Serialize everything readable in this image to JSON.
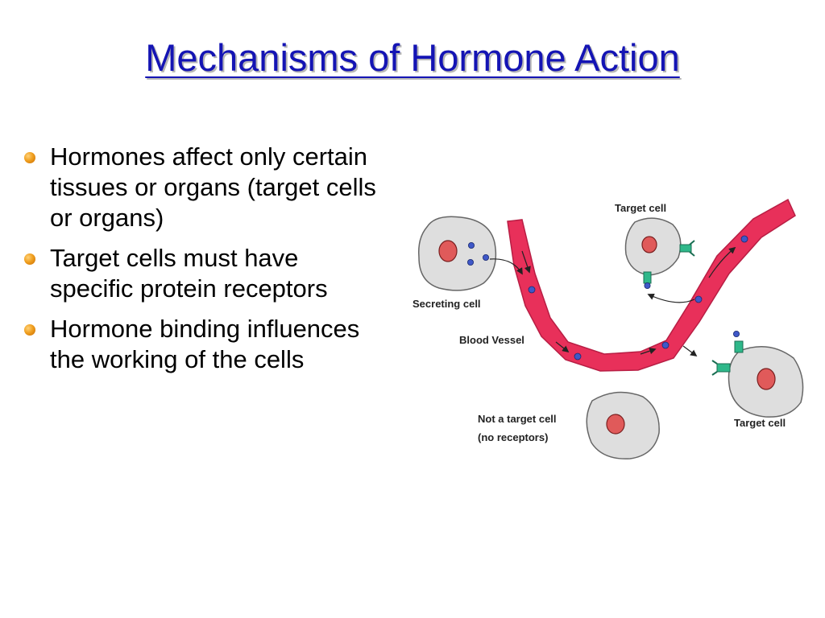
{
  "slide": {
    "title": "Mechanisms of Hormone Action",
    "bullets": [
      {
        "text": "Hormones affect only certain tissues or organs (target cells or organs)"
      },
      {
        "text": "Target cells must have specific protein receptors"
      },
      {
        "text": "Hormone binding influences the working of the cells"
      }
    ]
  },
  "diagram": {
    "labels": {
      "secreting_cell": "Secreting cell",
      "blood_vessel": "Blood Vessel",
      "target_cell_top": "Target cell",
      "target_cell_right": "Target cell",
      "non_target_line1": "Not a target cell",
      "non_target_line2": "(no receptors)"
    },
    "colors": {
      "title": "#1414b4",
      "bullet": "#f0a020",
      "vessel": "#e8305a",
      "cell": "#dedede",
      "nucleus": "#e05a5a",
      "hormone": "#3f58c8",
      "receptor": "#2fb88a"
    }
  }
}
